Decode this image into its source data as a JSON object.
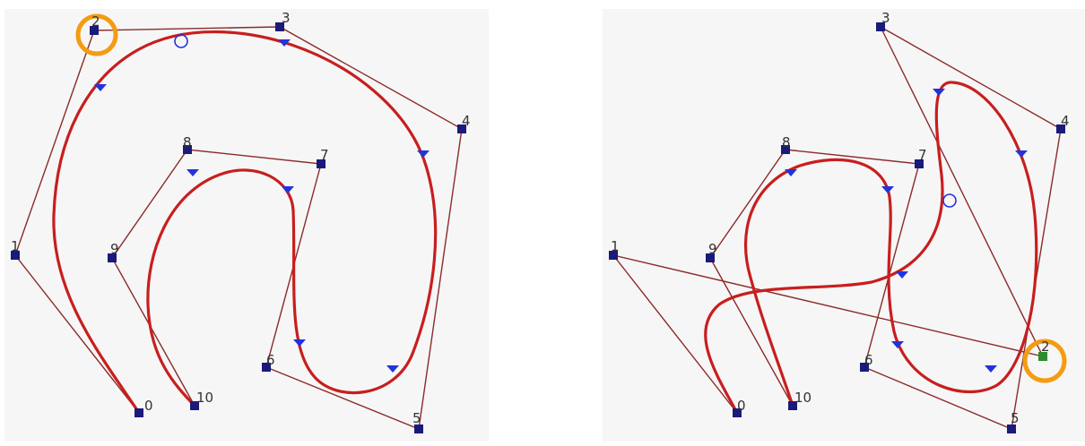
{
  "colors": {
    "background": "#f6f6f6",
    "curve": "#c81e1e",
    "control_polygon": "#8b2a2a",
    "control_point": "#1a1a7a",
    "selected_point": "#2e8b2e",
    "tangent_marker": "#2233dd",
    "highlight_circle": "#f39c12"
  },
  "icons": {
    "control_point": "filled-square",
    "tangent_marker": "blue-triangle",
    "parameter_marker": "blue-open-circle",
    "highlight": "orange-ring"
  },
  "panels": [
    {
      "name": "left",
      "highlighted_point": "2",
      "points": [
        {
          "label": "0"
        },
        {
          "label": "1"
        },
        {
          "label": "2"
        },
        {
          "label": "3"
        },
        {
          "label": "4"
        },
        {
          "label": "5"
        },
        {
          "label": "6"
        },
        {
          "label": "7"
        },
        {
          "label": "8"
        },
        {
          "label": "9"
        },
        {
          "label": "10"
        }
      ]
    },
    {
      "name": "right",
      "highlighted_point": "2",
      "points": [
        {
          "label": "0"
        },
        {
          "label": "1"
        },
        {
          "label": "2"
        },
        {
          "label": "3"
        },
        {
          "label": "4"
        },
        {
          "label": "5"
        },
        {
          "label": "6"
        },
        {
          "label": "7"
        },
        {
          "label": "8"
        },
        {
          "label": "9"
        },
        {
          "label": "10"
        }
      ]
    }
  ]
}
